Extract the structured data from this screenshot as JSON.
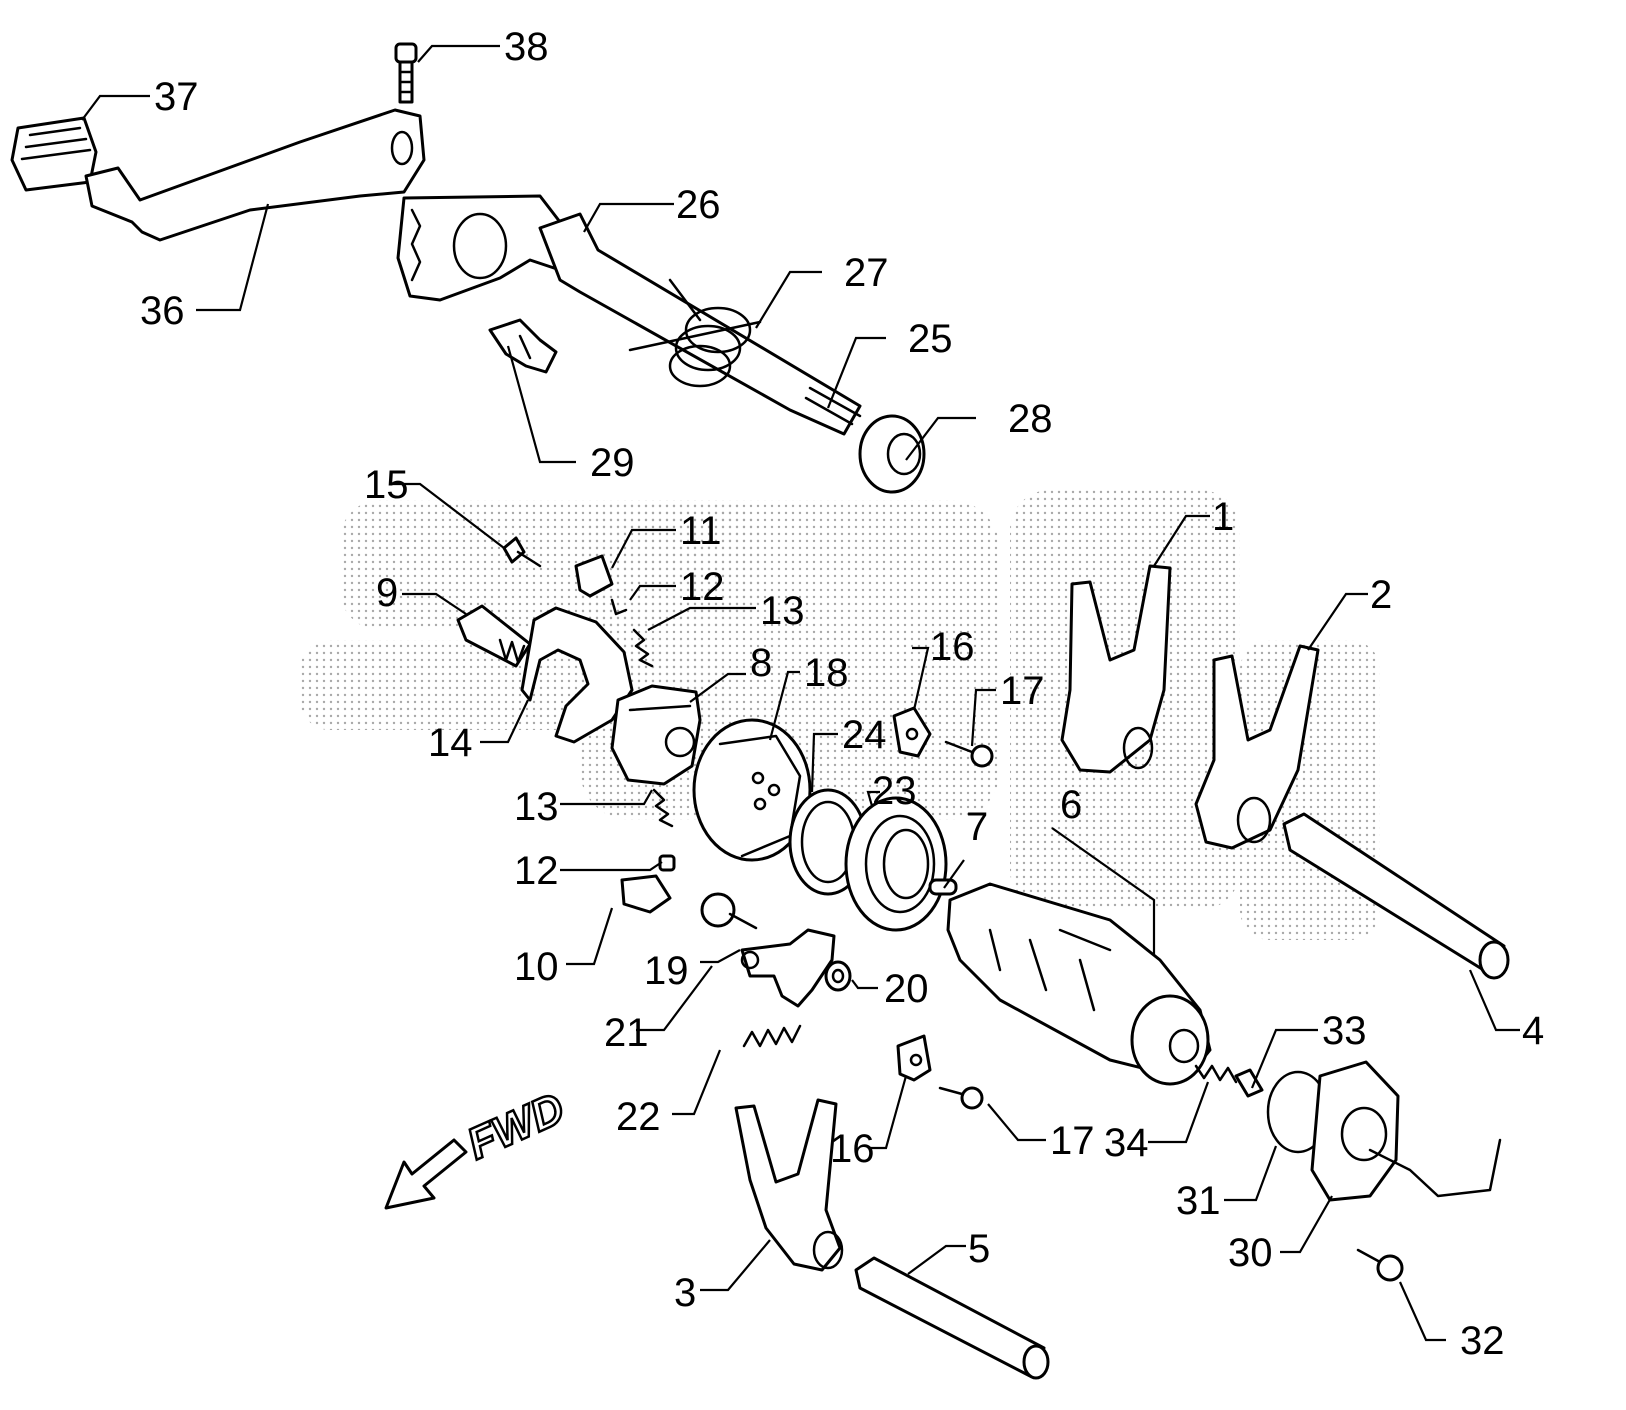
{
  "diagram": {
    "direction_label": "FWD",
    "callouts": [
      "1",
      "2",
      "3",
      "4",
      "5",
      "6",
      "7",
      "8",
      "9",
      "10",
      "11",
      "12",
      "12",
      "13",
      "13",
      "14",
      "15",
      "16",
      "16",
      "17",
      "17",
      "18",
      "19",
      "20",
      "21",
      "22",
      "23",
      "24",
      "25",
      "26",
      "27",
      "28",
      "29",
      "30",
      "31",
      "32",
      "33",
      "34",
      "36",
      "37",
      "38"
    ]
  }
}
